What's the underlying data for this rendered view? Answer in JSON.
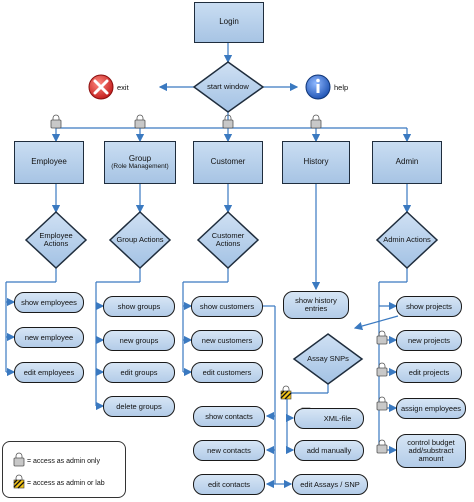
{
  "nodes": {
    "login": "Login",
    "start_window": "start window",
    "exit": "exit",
    "help": "help",
    "employee": "Employee",
    "group": "Group",
    "group_sub": "(Role Management)",
    "customer": "Customer",
    "history": "History",
    "admin": "Admin",
    "employee_actions": "Employee Actions",
    "group_actions": "Group Actions",
    "customer_actions": "Customer Actions",
    "admin_actions": "Admin Actions",
    "assay_snps": "Assay SNPs",
    "show_employees": "show employees",
    "new_employee": "new employee",
    "edit_employees": "edit employees",
    "show_groups": "show groups",
    "new_groups": "new groups",
    "edit_groups": "edit groups",
    "delete_groups": "delete groups",
    "show_customers": "show customers",
    "new_customers": "new customers",
    "edit_customers": "edit customers",
    "show_history": "show history entries",
    "show_projects": "show projects",
    "new_projects": "new projects",
    "edit_projects": "edit projects",
    "assign_employees": "assign employees",
    "control_budget": "control budget add/substract amount",
    "show_contacts": "show contacts",
    "new_contacts": "new contacts",
    "edit_contacts": "edit contacts",
    "xml_file": "XML-file",
    "add_manually": "add manually",
    "edit_assays": "edit Assays / SNP"
  },
  "legend": {
    "admin_only": "= access as admin only",
    "admin_or_lab": "= access as admin or lab"
  },
  "icons": [
    "lock-icon",
    "exit-icon",
    "help-icon",
    "xml-file-icon",
    "striped-lock-icon"
  ],
  "colors": {
    "box_fill": "#b8d0ea",
    "line": "#3a79c0",
    "exit": "#d42a2a",
    "help": "#1f5fbf"
  }
}
